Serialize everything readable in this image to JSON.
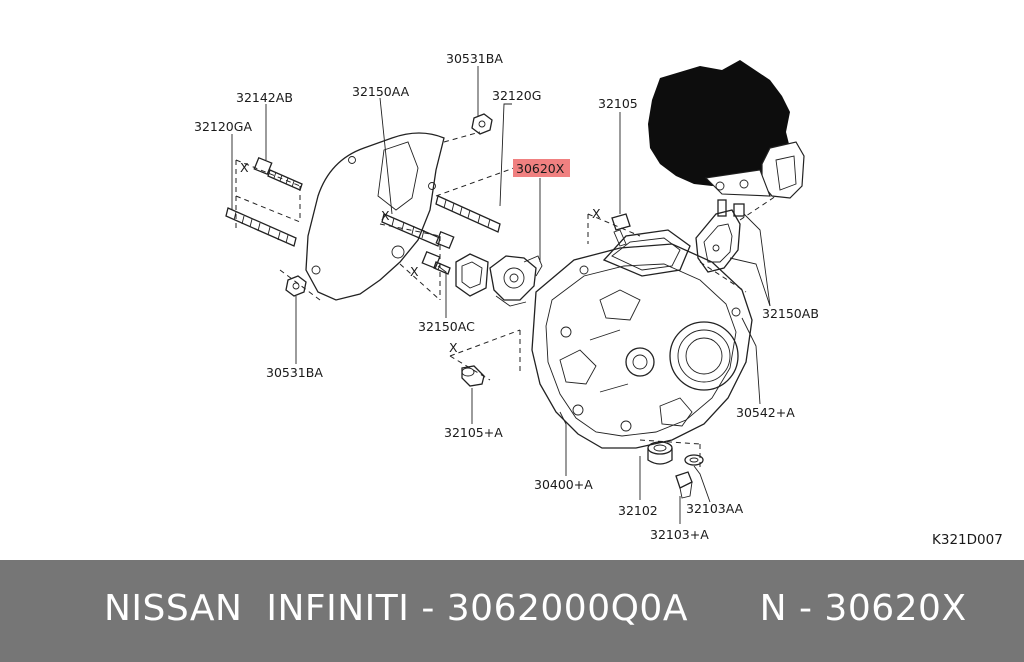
{
  "diagram": {
    "code": "K321D007",
    "highlight_color": "#f08080",
    "labels": {
      "p30531BA_top": "30531BA",
      "p32142AB": "32142AB",
      "p32150AA": "32150AA",
      "p32120G": "32120G",
      "p32120GA": "32120GA",
      "p30620X": "30620X",
      "p32105": "32105",
      "p32150AB": "32150AB",
      "p32150AC": "32150AC",
      "p30531BA_bottom": "30531BA",
      "p32105A": "32105+A",
      "p30542A": "30542+A",
      "p30400A": "30400+A",
      "p32102": "32102",
      "p32103AA": "32103AA",
      "p32103A": "32103+A",
      "x_mark": "X"
    }
  },
  "caption": {
    "text": "NISSAN  INFINITI - 3062000Q0A      N - 30620X"
  }
}
